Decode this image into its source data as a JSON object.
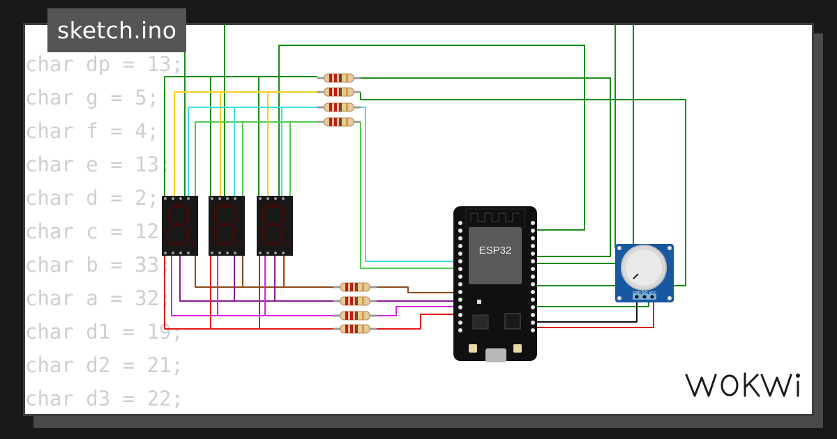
{
  "file_tab": {
    "title": "sketch.ino"
  },
  "code_lines": [
    "char dp = 13;",
    "char g = 5;",
    "char f = 4;",
    "char e = 13;",
    "char d = 2;",
    "char c = 12;",
    "char b = 33;",
    "char a = 32;",
    "char d1 = 19;",
    "char d2 = 21;",
    "char d3 = 22;"
  ],
  "diagram": {
    "mcu_label": "ESP32",
    "pot_pin_labels": "GND SIG VCC",
    "wire_colors": {
      "green": "#1a8c1a",
      "light_green": "#4cc94c",
      "yellow": "#f2d21a",
      "cyan": "#3de0e8",
      "brown": "#8b4a16",
      "purple": "#8a1a9a",
      "magenta": "#e020e0",
      "red": "#e01818",
      "black": "#111111"
    }
  },
  "brand": {
    "logo": "WOKWI"
  }
}
